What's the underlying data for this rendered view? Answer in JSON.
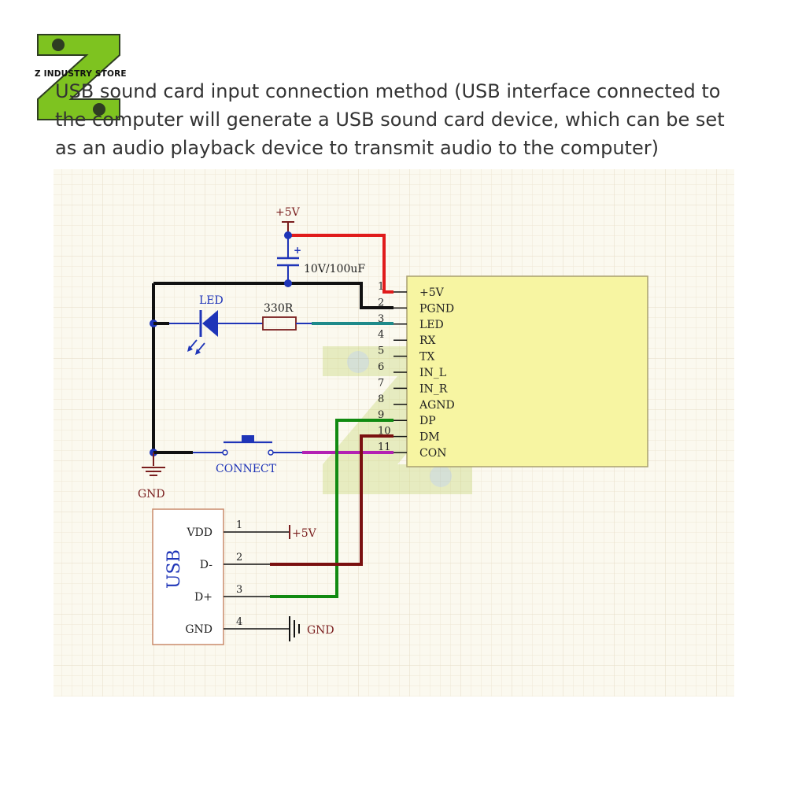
{
  "logo": {
    "brand": "Z INDUSTRY STORE",
    "icon": "z-logo-icon"
  },
  "caption": "USB sound card input connection method (USB interface connected to the computer will generate a USB sound card device, which can be set as an audio playback device to transmit audio to the computer)",
  "colors": {
    "grid_bg": "#fbf9ef",
    "grid_line": "#ece3cf",
    "module_fill": "#f7f5a2",
    "wire_red": "#e01b1b",
    "wire_black": "#111111",
    "wire_teal": "#1e8a8a",
    "wire_green": "#118a11",
    "wire_darkred": "#7a1010",
    "wire_magenta": "#b322b3",
    "component_blue": "#1f35b8",
    "label_darkred": "#7a1e1e",
    "usb_box": "#c98a6a"
  },
  "schematic": {
    "power_label": "+5V",
    "capacitor": {
      "label": "10V/100uF",
      "polarity": "+"
    },
    "led_label": "LED",
    "resistor_label": "330R",
    "switch_label": "CONNECT",
    "ground_label": "GND",
    "module": {
      "pins": [
        {
          "num": "1",
          "name": "+5V"
        },
        {
          "num": "2",
          "name": "PGND"
        },
        {
          "num": "3",
          "name": "LED"
        },
        {
          "num": "4",
          "name": "RX"
        },
        {
          "num": "5",
          "name": "TX"
        },
        {
          "num": "6",
          "name": "IN_L"
        },
        {
          "num": "7",
          "name": "IN_R"
        },
        {
          "num": "8",
          "name": "AGND"
        },
        {
          "num": "9",
          "name": "DP"
        },
        {
          "num": "10",
          "name": "DM"
        },
        {
          "num": "11",
          "name": "CON"
        }
      ]
    },
    "usb": {
      "title": "USB",
      "pins": [
        {
          "num": "1",
          "name": "VDD",
          "net": "+5V"
        },
        {
          "num": "2",
          "name": "D-",
          "net": ""
        },
        {
          "num": "3",
          "name": "D+",
          "net": ""
        },
        {
          "num": "4",
          "name": "GND",
          "net": "GND"
        }
      ]
    }
  }
}
